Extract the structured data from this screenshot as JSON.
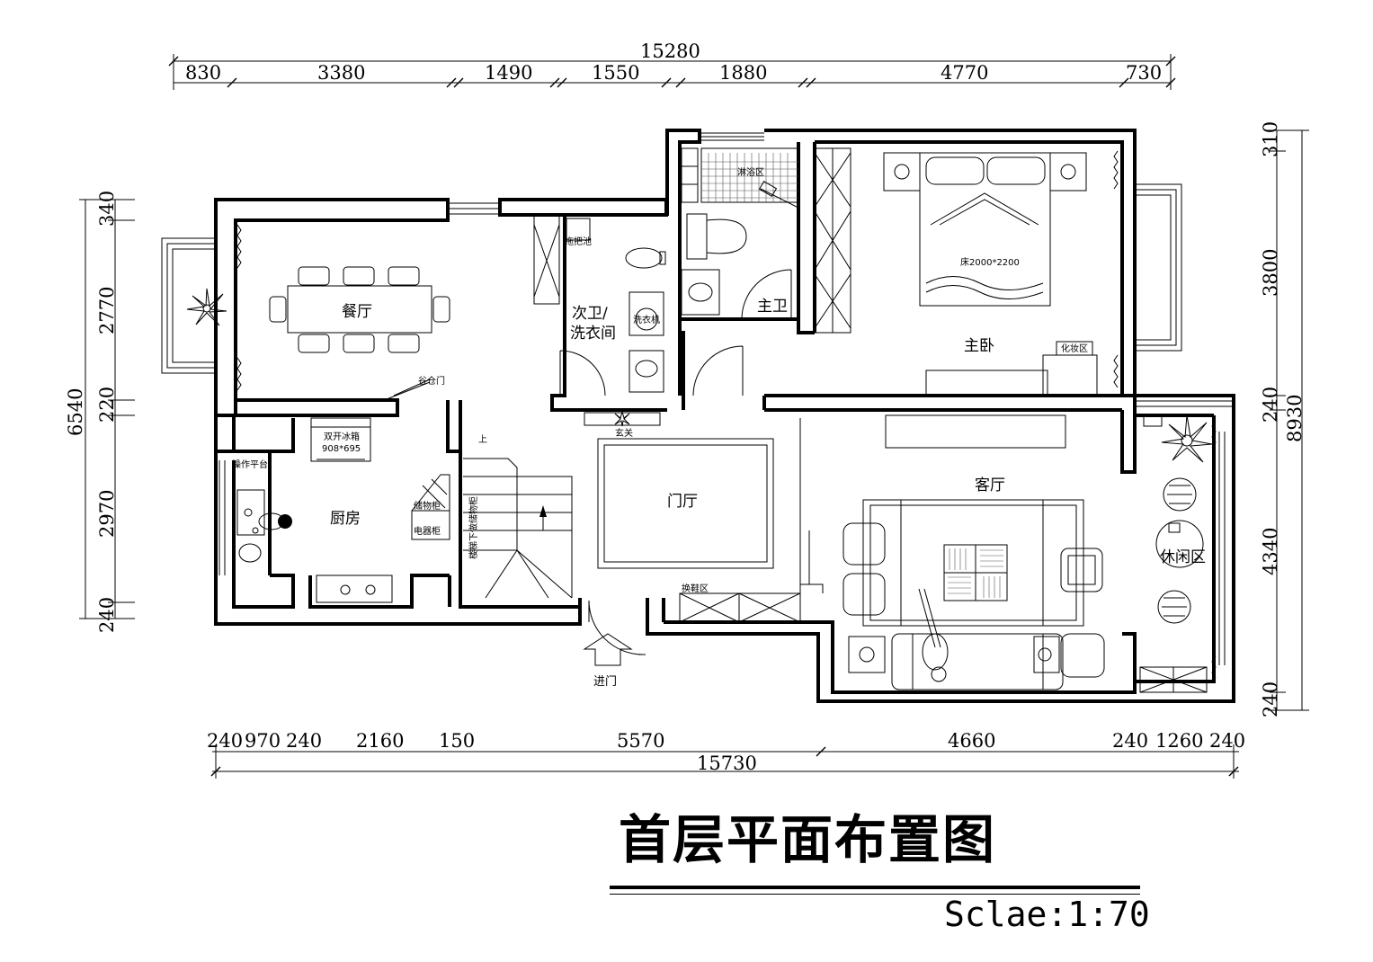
{
  "title": "首层平面布置图",
  "scale_label": "Sclae:1:70",
  "dims_top": {
    "total": "15280",
    "segments": [
      "830",
      "3380",
      "1490",
      "1550",
      "1880",
      "4770",
      "730"
    ]
  },
  "dims_bottom": {
    "total": "15730",
    "segments": [
      "240",
      "970",
      "240",
      "2160",
      "150",
      "5570",
      "4660",
      "240",
      "1260",
      "240"
    ]
  },
  "dims_left": {
    "total": "6540",
    "segments": [
      "340",
      "2770",
      "220",
      "2970",
      "240"
    ]
  },
  "dims_right": {
    "total": "8930",
    "segments": [
      "310",
      "3800",
      "240",
      "4340",
      "240"
    ]
  },
  "rooms": {
    "dining": "餐厅",
    "kitchen": "厨房",
    "second_bath_1": "次卫/",
    "second_bath_2": "洗衣间",
    "master_bath": "主卫",
    "master_bedroom": "主卧",
    "foyer": "门厅",
    "living": "客厅",
    "leisure": "休闲区"
  },
  "labels": {
    "valley_door": "谷仓门",
    "fridge": "双开冰箱",
    "fridge_size": "908*695",
    "counter": "操作平台",
    "storage": "储物柜",
    "appliance": "电器柜",
    "stair_storage": "楼梯下做储物柜",
    "stair_up": "上",
    "mop_pool": "拖把池",
    "washer": "洗衣机",
    "shower": "淋浴区",
    "bed": "床2000*2200",
    "vanity": "化妆区",
    "entry_hall": "玄关",
    "shoe_area": "换鞋区",
    "entrance": "进门"
  }
}
